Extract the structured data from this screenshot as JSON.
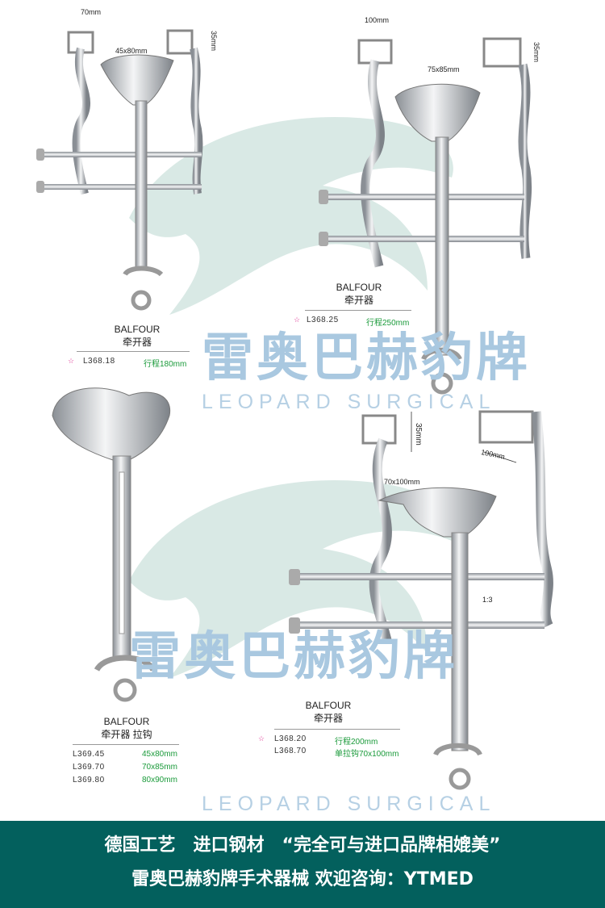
{
  "watermark": {
    "chinese": "雷奥巴赫豹牌",
    "english": "LEOPARD SURGICAL"
  },
  "products": [
    {
      "title": "BALFOUR",
      "subtitle": "牵开器",
      "dimensions": [
        "70mm",
        "45x80mm",
        "35mm"
      ],
      "rows": [
        {
          "code": "L368.18",
          "spec": "行程180mm",
          "starred": true
        }
      ]
    },
    {
      "title": "BALFOUR",
      "subtitle": "牵开器",
      "dimensions": [
        "100mm",
        "75x85mm",
        "35mm"
      ],
      "rows": [
        {
          "code": "L368.25",
          "spec": "行程250mm",
          "starred": true
        }
      ]
    },
    {
      "title": "BALFOUR",
      "subtitle": "牵开器 拉钩",
      "rows": [
        {
          "code": "L369.45",
          "spec": "45x80mm"
        },
        {
          "code": "L369.70",
          "spec": "70x85mm"
        },
        {
          "code": "L369.80",
          "spec": "80x90mm"
        }
      ]
    },
    {
      "title": "BALFOUR",
      "subtitle": "牵开器",
      "dimensions": [
        "35mm",
        "100mm",
        "70x100mm",
        "1:3"
      ],
      "rows": [
        {
          "code": "L368.20",
          "spec": "行程200mm",
          "starred": true
        },
        {
          "code": "L368.70",
          "spec": "单拉钩70x100mm"
        }
      ]
    }
  ],
  "footer": {
    "line1": "德国工艺　进口钢材　“完全可与进口品牌相媲美”",
    "line2": "雷奥巴赫豹牌手术器械 欢迎咨询：YTMED"
  },
  "colors": {
    "footer_bg": "#03605d",
    "spec_green": "#1a9a3a",
    "watermark_blue": "#9cc0dc",
    "lion_teal": "#cfe4df"
  }
}
